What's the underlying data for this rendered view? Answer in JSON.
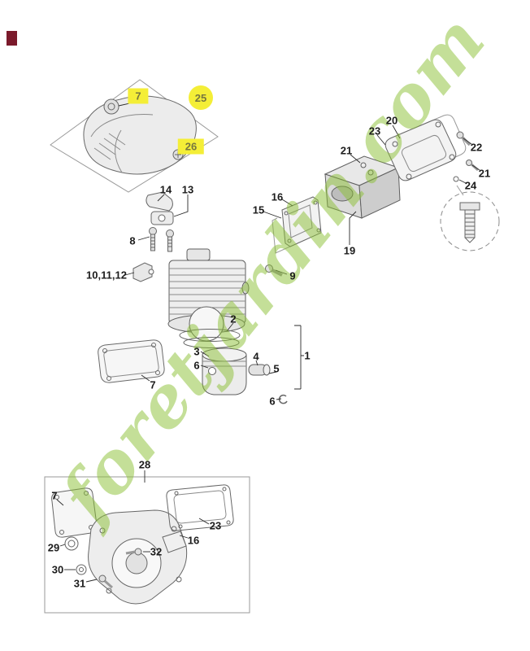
{
  "colors": {
    "highlight": "#f4ee37",
    "watermark": "#8bc034",
    "corner_marker": "#7b1a2b",
    "line_art": "#6a6a6a"
  },
  "watermark": {
    "text": "foretjardin.com"
  },
  "labels": {
    "l7_top": "7",
    "l25": "25",
    "l26": "26",
    "l14": "14",
    "l13": "13",
    "l8": "8",
    "l10_11_12": "10,11,12",
    "l15": "15",
    "l16_mid": "16",
    "l9": "9",
    "l2": "2",
    "l3": "3",
    "l6_a": "6",
    "l4": "4",
    "l5": "5",
    "l6_b": "6",
    "l1": "1",
    "l7_gasket": "7",
    "l23_top": "23",
    "l20": "20",
    "l21_a": "21",
    "l22": "22",
    "l21_b": "21",
    "l24": "24",
    "l19": "19",
    "l28": "28",
    "l7_bottom": "7",
    "l23_bottom": "23",
    "l16_bottom": "16",
    "l29": "29",
    "l32": "32",
    "l30": "30",
    "l31": "31"
  }
}
